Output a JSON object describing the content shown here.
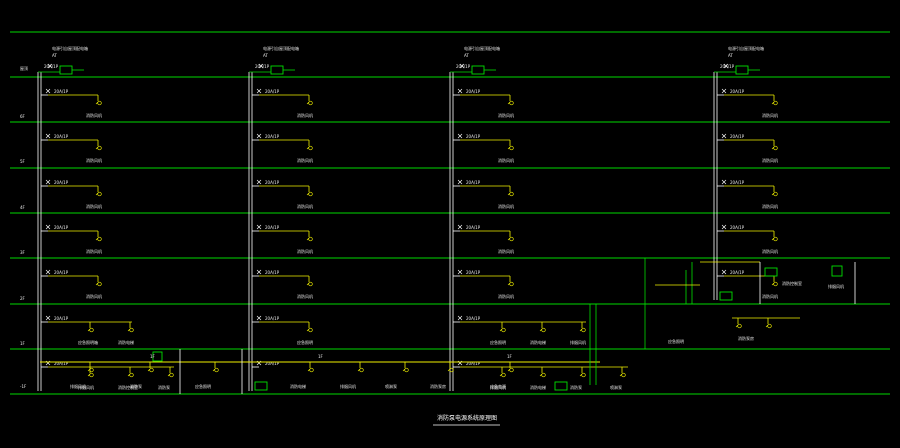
{
  "drawing": {
    "title": "消防泵电源系统原理图",
    "colors": {
      "background": "#000000",
      "floor_line": "#00d800",
      "riser": "#ffffff",
      "branch": "#f0f000",
      "equipment": "#00e000",
      "text": "#e8e8e8"
    },
    "floor_labels": [
      "屋顶",
      "6F",
      "5F",
      "4F",
      "3F",
      "2F",
      "1F",
      "-1F"
    ],
    "columns": [
      {
        "header_note": "电源引自屋顶配电箱",
        "header_sub": "AT",
        "floors": [
          {
            "breaker": "20A/1P",
            "loads": [
              "消防风机"
            ]
          },
          {
            "breaker": "20A/1P",
            "loads": [
              "消防风机"
            ]
          },
          {
            "breaker": "20A/1P",
            "loads": [
              "消防风机"
            ]
          },
          {
            "breaker": "20A/1P",
            "loads": [
              "消防风机"
            ]
          },
          {
            "breaker": "20A/1P",
            "loads": [
              "消防风机"
            ]
          },
          {
            "breaker": "20A/1P",
            "loads": [
              "应急照明箱",
              "消防电梯"
            ]
          },
          {
            "breaker": "20A/1P",
            "loads": [
              "排烟风机",
              "消防控制室",
              "消防泵"
            ]
          }
        ]
      },
      {
        "header_note": "电源引自屋顶配电箱",
        "header_sub": "AT",
        "floors": [
          {
            "breaker": "20A/1P",
            "loads": [
              "消防风机"
            ]
          },
          {
            "breaker": "20A/1P",
            "loads": [
              "消防风机"
            ]
          },
          {
            "breaker": "20A/1P",
            "loads": [
              "消防风机"
            ]
          },
          {
            "breaker": "20A/1P",
            "loads": [
              "消防风机"
            ]
          },
          {
            "breaker": "20A/1P",
            "loads": [
              "消防风机"
            ]
          },
          {
            "breaker": "20A/1P",
            "loads": [
              "应急照明"
            ]
          },
          {
            "breaker": "20A/1P",
            "loads": []
          }
        ]
      },
      {
        "header_note": "电源引自屋顶配电箱",
        "header_sub": "AT",
        "floors": [
          {
            "breaker": "20A/1P",
            "loads": [
              "消防风机"
            ]
          },
          {
            "breaker": "20A/1P",
            "loads": [
              "消防风机"
            ]
          },
          {
            "breaker": "20A/1P",
            "loads": [
              "消防风机"
            ]
          },
          {
            "breaker": "20A/1P",
            "loads": [
              "消防风机"
            ]
          },
          {
            "breaker": "20A/1P",
            "loads": [
              "消防风机"
            ]
          },
          {
            "breaker": "20A/1P",
            "loads": [
              "应急照明",
              "消防电梯",
              "排烟风机"
            ]
          },
          {
            "breaker": "20A/1P",
            "loads": [
              "排烟风机",
              "消防电梯",
              "消防泵",
              "喷淋泵"
            ]
          }
        ]
      },
      {
        "header_note": "电源引自屋顶配电箱",
        "header_sub": "AT",
        "floors": [
          {
            "breaker": "20A/1P",
            "loads": [
              "消防风机"
            ]
          },
          {
            "breaker": "20A/1P",
            "loads": [
              "消防风机"
            ]
          },
          {
            "breaker": "20A/1P",
            "loads": [
              "消防风机"
            ]
          },
          {
            "breaker": "20A/1P",
            "loads": [
              "消防风机"
            ]
          },
          {
            "breaker": "20A/1P",
            "loads": [
              "消防风机"
            ]
          }
        ]
      }
    ],
    "right_panel": {
      "labels": [
        "消防控制室",
        "排烟风机",
        "应急照明",
        "消防泵房"
      ]
    },
    "basement": {
      "bus_labels": [
        "1F",
        "1F",
        "1F"
      ],
      "loads": [
        "排烟风机",
        "消防泵",
        "应急照明",
        "消防电梯",
        "排烟风机",
        "喷淋泵",
        "消防泵房",
        "应急电源"
      ]
    }
  }
}
